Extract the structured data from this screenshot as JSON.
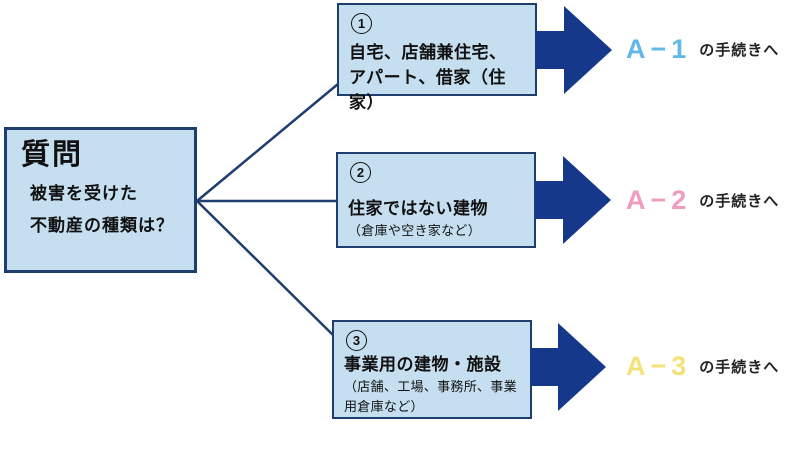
{
  "question": {
    "title": "質問",
    "lines": [
      "被害を受けた",
      "不動産の種類は？"
    ]
  },
  "options": [
    {
      "number": "1",
      "lines": [
        "自宅、店舗兼住宅、",
        "アパート、借家（住家）"
      ],
      "result_code": "A−1",
      "result_suffix": "の手続きへ",
      "accent": "#62b9e8"
    },
    {
      "number": "2",
      "lines": [
        "住家ではない建物"
      ],
      "note": "（倉庫や空き家など）",
      "result_code": "A−2",
      "result_suffix": "の手続きへ",
      "accent": "#f09cc1"
    },
    {
      "number": "3",
      "lines": [
        "事業用の建物・施設"
      ],
      "note": "（店舗、工場、事務所、事業用倉庫など）",
      "result_code": "A−3",
      "result_suffix": "の手続きへ",
      "accent": "#f5e178"
    }
  ],
  "colors": {
    "box_fill": "#c5dff0",
    "box_border": "#1d3e6f",
    "connector": "#1d3e6f",
    "arrow": "#15388a",
    "text": "#111111"
  }
}
